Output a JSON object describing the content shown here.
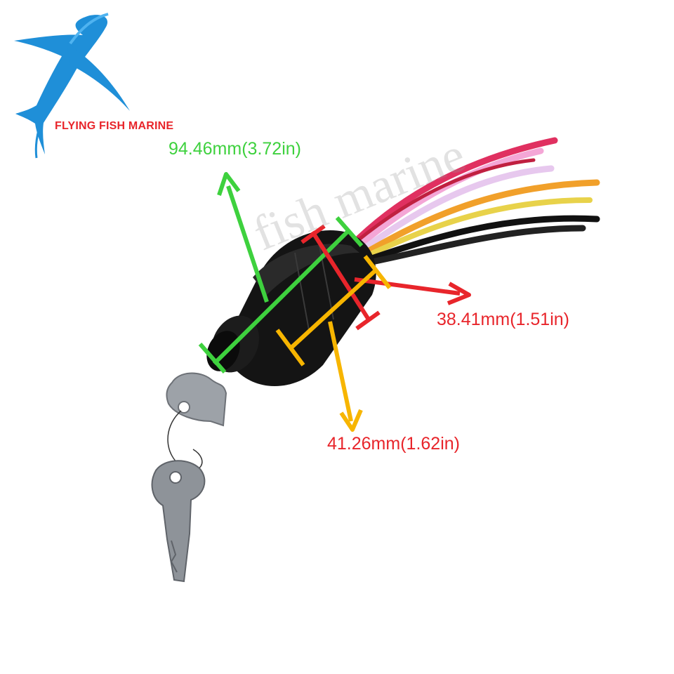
{
  "brand": {
    "name": "FLYING FISH MARINE",
    "logo_icon": "flying-fish-logo-icon",
    "color": "#e8252b",
    "logo_color": "#1f8fd8"
  },
  "dimensions": {
    "length": {
      "text": "94.46mm(3.72in)",
      "color": "#3ed13e"
    },
    "width": {
      "text": "38.41mm(1.51in)",
      "color": "#e8252b"
    },
    "depth": {
      "text": "41.26mm(1.62in)",
      "color": "#e8252b",
      "line_color": "#f7b500"
    }
  }
}
